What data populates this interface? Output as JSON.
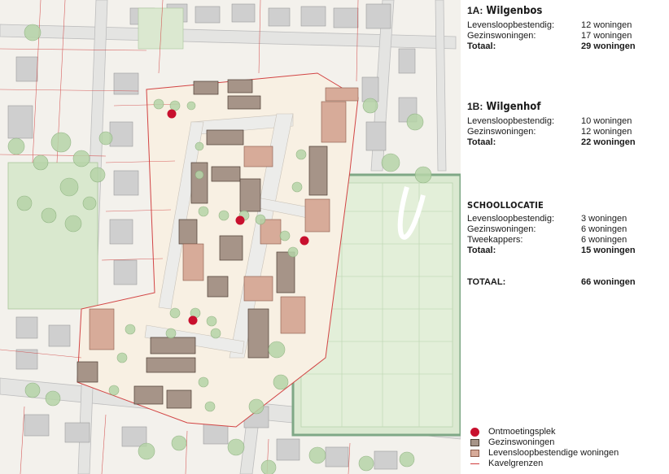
{
  "sections": [
    {
      "code": "1A:",
      "name": "Wilgenbos",
      "rows": [
        {
          "label": "Levensloopbestendig:",
          "value": "12 woningen"
        },
        {
          "label": "Gezinswoningen:",
          "value": "17 woningen"
        }
      ],
      "total": {
        "label": "Totaal:",
        "value": "29 woningen"
      }
    },
    {
      "code": "1B:",
      "name": "Wilgenhof",
      "rows": [
        {
          "label": "Levensloopbestendig:",
          "value": "10 woningen"
        },
        {
          "label": "Gezinswoningen:",
          "value": "12 woningen"
        }
      ],
      "total": {
        "label": "Totaal:",
        "value": "22 woningen"
      }
    },
    {
      "code": "",
      "name": "SCHOOLLOCATIE",
      "rows": [
        {
          "label": "Levensloopbestendig:",
          "value": "3 woningen"
        },
        {
          "label": "Gezinswoningen:",
          "value": "6 woningen"
        },
        {
          "label": "Tweekappers:",
          "value": "6 woningen"
        }
      ],
      "total": {
        "label": "Totaal:",
        "value": "15 woningen"
      }
    }
  ],
  "grand_total": {
    "label": "TOTAAL:",
    "value": "66 woningen"
  },
  "legend": [
    {
      "symbol": "meeting-dot",
      "label": "Ontmoetingsplek"
    },
    {
      "symbol": "family-house",
      "label": "Gezinswoningen"
    },
    {
      "symbol": "lifecycle-house",
      "label": "Levensloopbestendige woningen"
    },
    {
      "symbol": "plot-line",
      "label": "Kavelgrenzen"
    }
  ],
  "colors": {
    "meeting_point": "#c8102e",
    "family_house": "#a69488",
    "lifecycle_house": "#d7ab99",
    "plot_boundary": "#d03b3b",
    "green_area": "#cfe0c4",
    "trees": "#a8cc9c",
    "existing_buildings": "#c6c6c6",
    "roads": "#e9e9e9",
    "plan_area": "#f6efe3"
  }
}
